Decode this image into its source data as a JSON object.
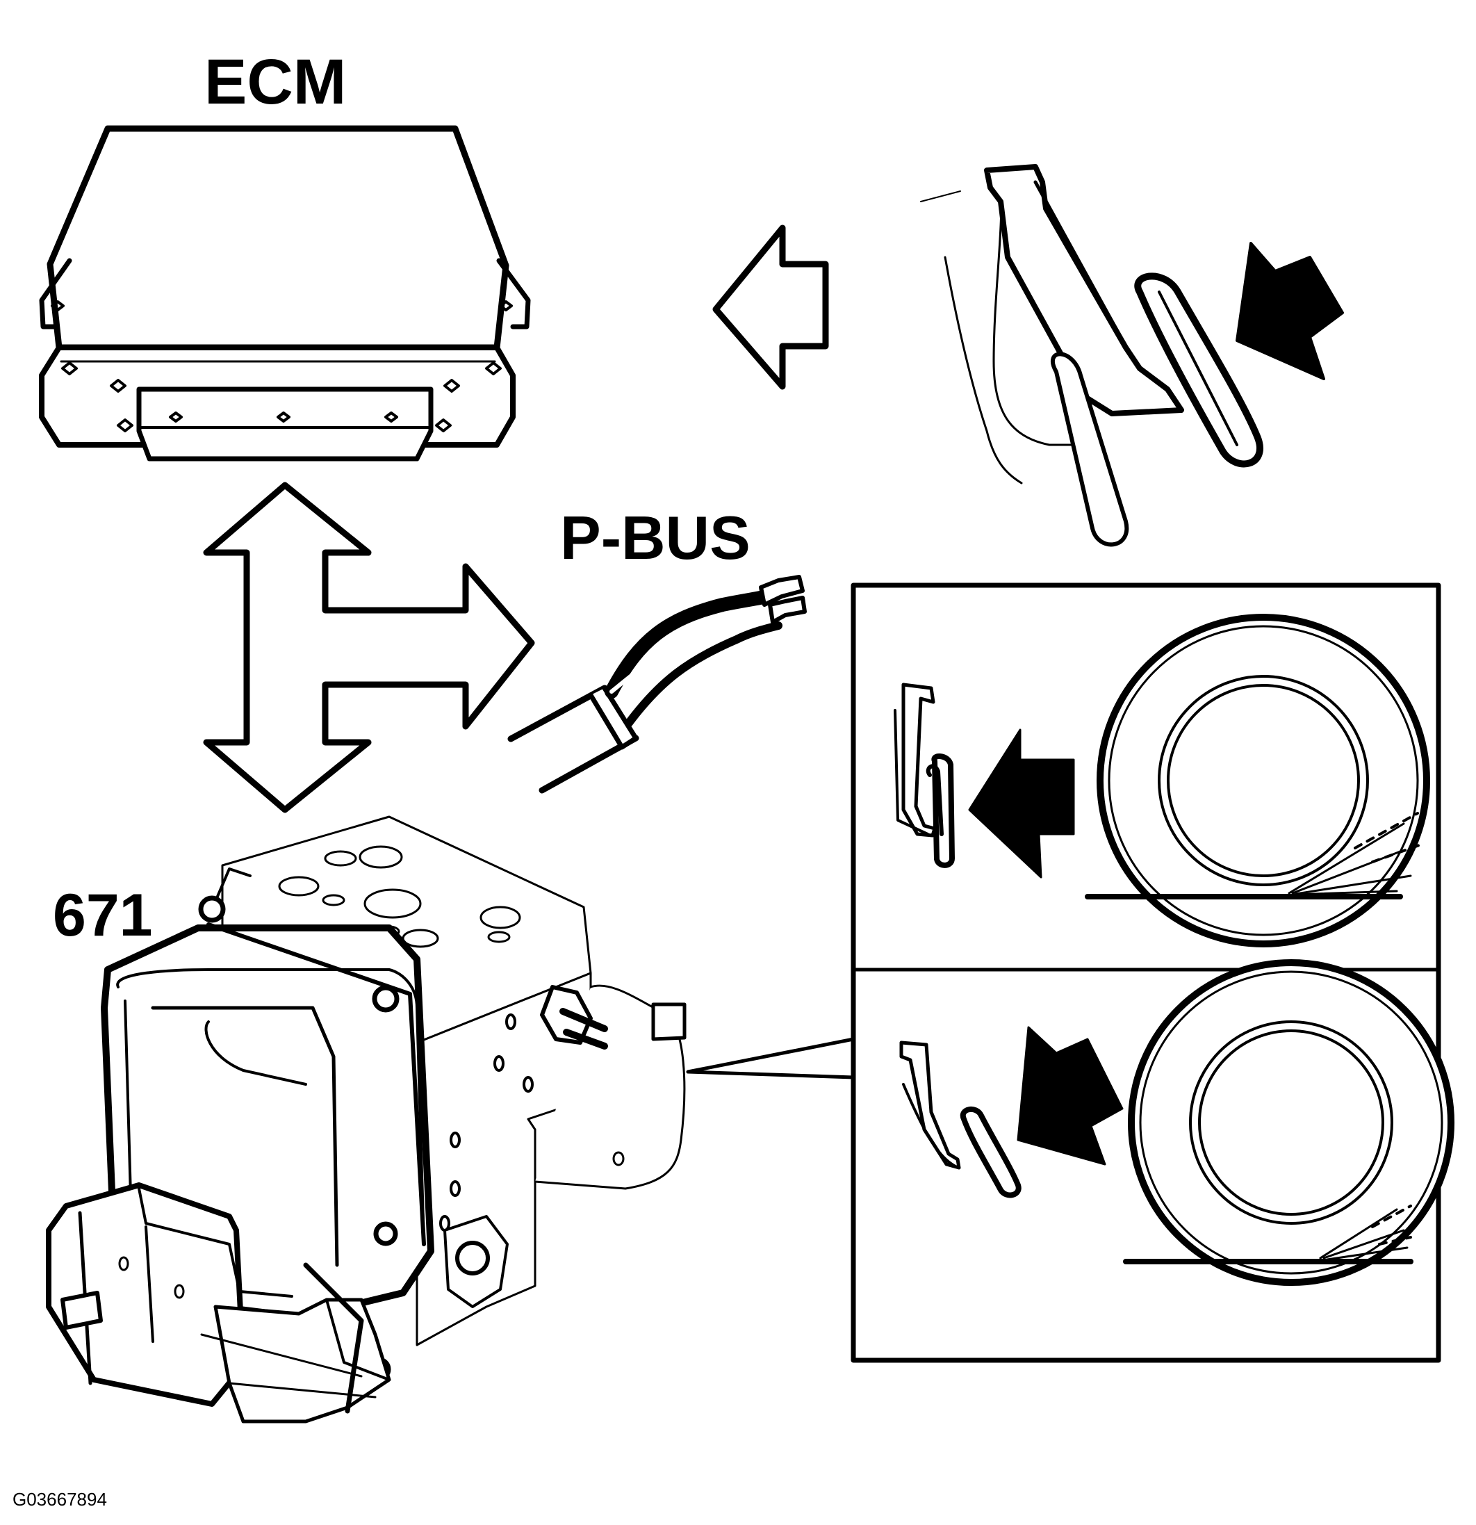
{
  "labels": {
    "ecm": "ECM",
    "pbus": "P-BUS",
    "module": "671",
    "figure_code": "G03667894"
  },
  "colors": {
    "line": "#000000",
    "background": "#ffffff"
  }
}
